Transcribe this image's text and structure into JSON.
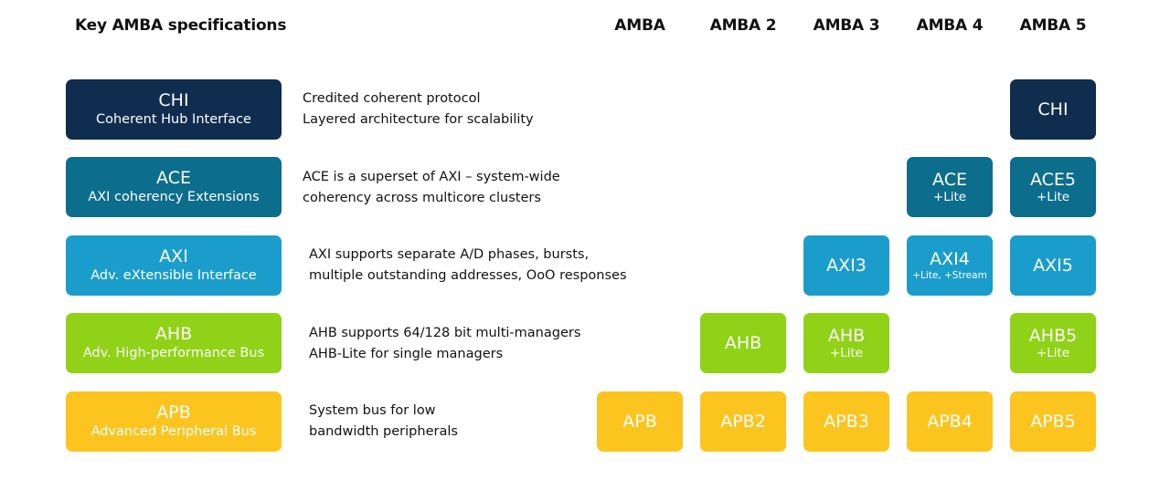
{
  "title": "Key AMBA specifications",
  "columns": [
    "AMBA",
    "AMBA 2",
    "AMBA 3",
    "AMBA 4",
    "AMBA 5"
  ],
  "colors": {
    "chi": "#0f2d4e",
    "ace": "#0c6d8d",
    "axi": "#1b9dcb",
    "ahb": "#8fd217",
    "apb": "#fcc41f"
  },
  "rows": [
    {
      "name": "CHI",
      "full": "Coherent Hub Interface",
      "desc": [
        "Credited coherent protocol",
        "Layered architecture for scalability"
      ],
      "versions": {
        "amba5": {
          "name": "CHI",
          "sub": ""
        }
      }
    },
    {
      "name": "ACE",
      "full": "AXI coherency Extensions",
      "desc": [
        "ACE is a superset of AXI – system-wide",
        "coherency across multicore clusters"
      ],
      "versions": {
        "amba4": {
          "name": "ACE",
          "sub": "+Lite"
        },
        "amba5": {
          "name": "ACE5",
          "sub": "+Lite"
        }
      }
    },
    {
      "name": "AXI",
      "full": "Adv. eXtensible Interface",
      "desc": [
        "AXI supports separate A/D phases, bursts,",
        "multiple outstanding addresses, OoO responses"
      ],
      "versions": {
        "amba3": {
          "name": "AXI3",
          "sub": ""
        },
        "amba4": {
          "name": "AXI4",
          "sub": "+Lite, +Stream"
        },
        "amba5": {
          "name": "AXI5",
          "sub": ""
        }
      }
    },
    {
      "name": "AHB",
      "full": "Adv. High-performance Bus",
      "desc": [
        "AHB supports 64/128 bit multi-managers",
        "AHB-Lite for single managers"
      ],
      "versions": {
        "amba2": {
          "name": "AHB",
          "sub": ""
        },
        "amba3": {
          "name": "AHB",
          "sub": "+Lite"
        },
        "amba5": {
          "name": "AHB5",
          "sub": "+Lite"
        }
      }
    },
    {
      "name": "APB",
      "full": "Advanced Peripheral Bus",
      "desc": [
        "System bus for low",
        "bandwidth peripherals"
      ],
      "versions": {
        "amba": {
          "name": "APB",
          "sub": ""
        },
        "amba2": {
          "name": "APB2",
          "sub": ""
        },
        "amba3": {
          "name": "APB3",
          "sub": ""
        },
        "amba4": {
          "name": "APB4",
          "sub": ""
        },
        "amba5": {
          "name": "APB5",
          "sub": ""
        }
      }
    }
  ]
}
